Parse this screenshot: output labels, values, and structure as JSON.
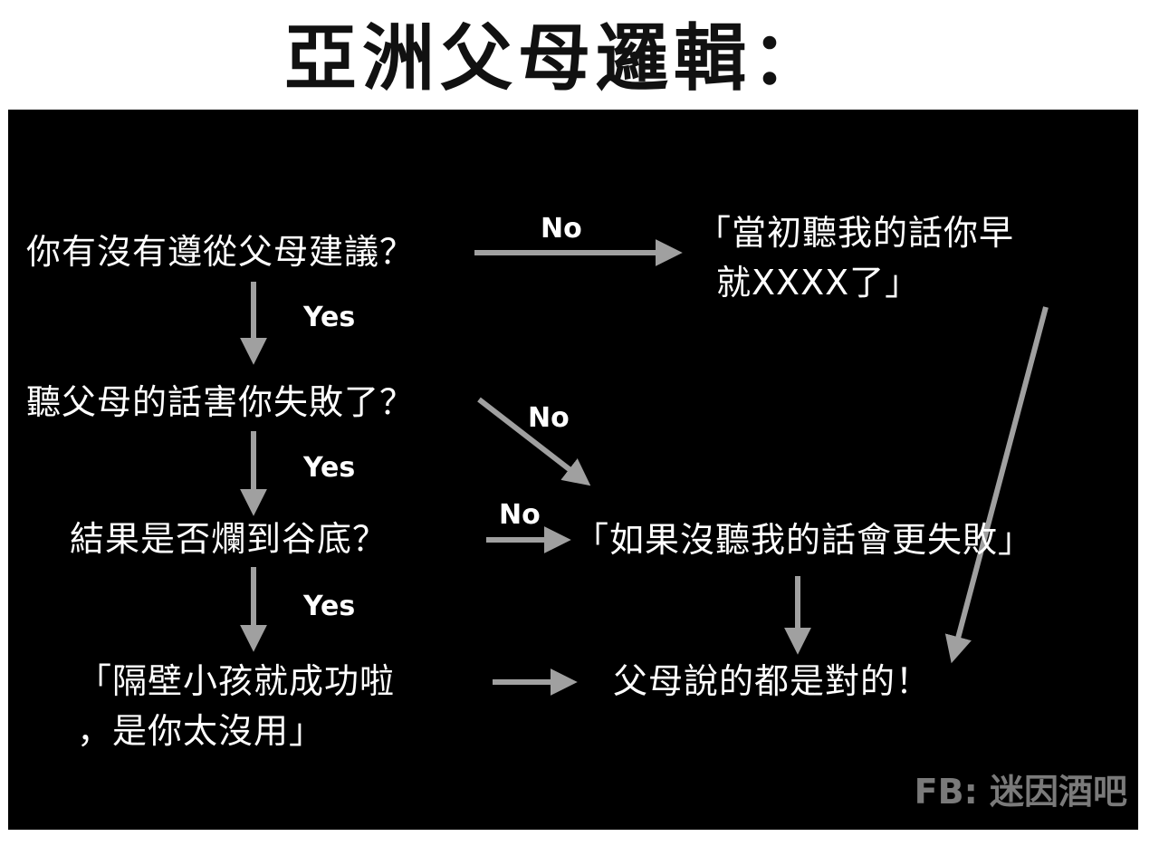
{
  "title": "亞洲父母邏輯：",
  "nodes": {
    "q1": "你有沒有遵從父母建議？",
    "q2": "聽父母的話害你失敗了？",
    "q3": "結果是否爛到谷底？",
    "neighbor_line1": "「隔壁小孩就成功啦",
    "neighbor_line2": "，是你太沒用」",
    "listened_line1": "「當初聽我的話你早",
    "listened_line2": "就XXXX了」",
    "worse": "「如果沒聽我的話會更失敗」",
    "conclusion": "父母說的都是對的！"
  },
  "labels": {
    "q1_no": "No",
    "q1_yes": "Yes",
    "q2_no": "No",
    "q2_yes": "Yes",
    "q3_no": "No",
    "q3_yes": "Yes"
  },
  "credit": "FB: 迷因酒吧",
  "colors": {
    "background": "#000000",
    "text": "#ffffff",
    "arrow": "#a0a0a0",
    "credit": "#7a7a7a"
  }
}
